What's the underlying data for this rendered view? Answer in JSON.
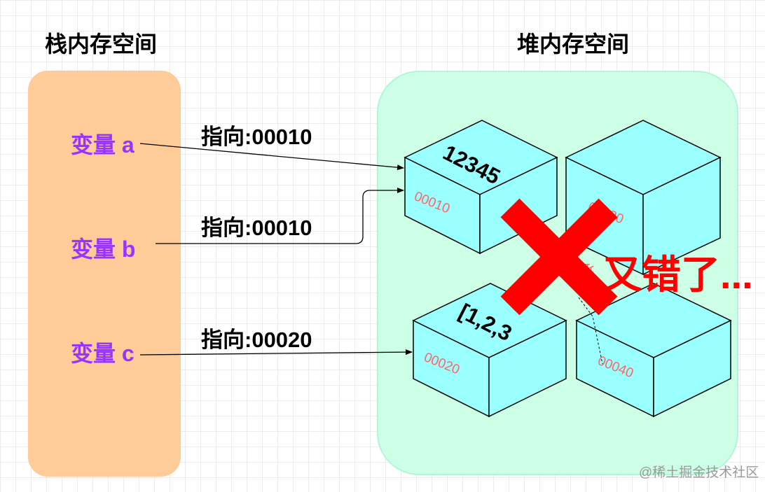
{
  "stack": {
    "title": "栈内存空间",
    "variables": [
      {
        "name": "变量 a",
        "pointer": "指向:00010"
      },
      {
        "name": "变量 b",
        "pointer": "指向:00010"
      },
      {
        "name": "变量 c",
        "pointer": "指向:00020"
      }
    ]
  },
  "heap": {
    "title": "堆内存空间",
    "blocks": [
      {
        "value": "12345",
        "address": "00010"
      },
      {
        "value": "",
        "address": "00030"
      },
      {
        "value": "[1,2,3",
        "address": "00020"
      },
      {
        "value": "",
        "address": "00040"
      }
    ],
    "partial_label": "址"
  },
  "error": {
    "text": "又错了..."
  },
  "watermark": "@稀土掘金技术社区",
  "colors": {
    "stack_bg": "#ffcc99",
    "heap_bg": "#ccffe6",
    "block_fill": "#99ffff",
    "variable_text": "#9933ff",
    "address_text": "#ff6666",
    "error_red": "#ff0000"
  }
}
